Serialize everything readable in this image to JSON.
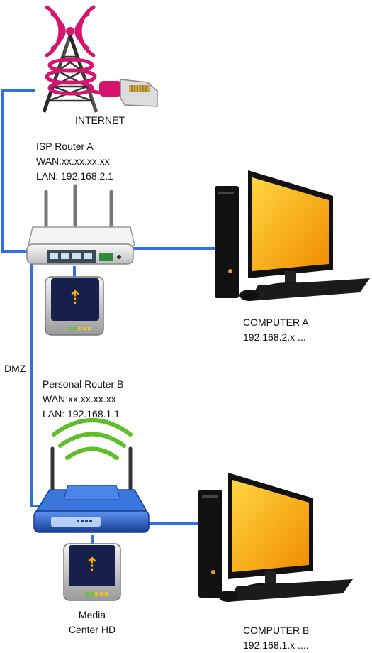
{
  "internet": {
    "label": "INTERNET"
  },
  "isp_router": {
    "name": "ISP Router A",
    "wan": "WAN:xx.xx.xx.xx",
    "lan": "LAN: 192.168.2.1"
  },
  "computer_a": {
    "name": "COMPUTER A",
    "ip": "192.168.2.x ..."
  },
  "dmz_label": "DMZ",
  "personal_router": {
    "name": "Personal Router B",
    "wan": "WAN:xx.xx.xx.xx",
    "lan": "LAN: 192.168.1.1"
  },
  "media_center": {
    "line1": "Media",
    "line2": "Center HD"
  },
  "computer_b": {
    "name": "COMPUTER B",
    "ip": "192.168.1.x ...."
  },
  "colors": {
    "link": "#2f6fe8",
    "antenna_signal": "#d4146e",
    "wifi_waves": "#5fbf2a",
    "monitor_screen": "#f5a800",
    "router_a_body": "#e8e8e8",
    "router_b_body": "#2a63c8"
  },
  "icons": [
    "antenna-tower-icon",
    "ethernet-plug-icon",
    "router-icon",
    "wireless-router-icon",
    "usb-drive-icon",
    "desktop-computer-icon"
  ]
}
